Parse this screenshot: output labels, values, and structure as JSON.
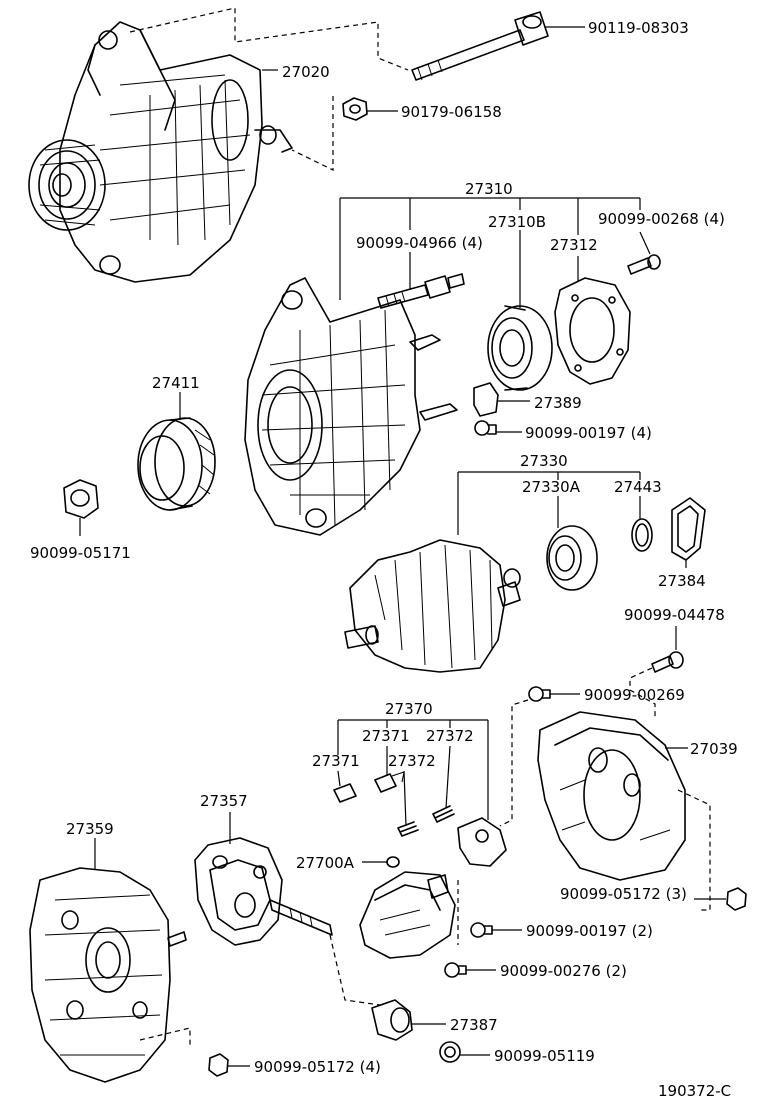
{
  "diagram": {
    "parts": {
      "p27020": "27020",
      "p90119_08303": "90119-08303",
      "p90179_06158": "90179-06158",
      "p27310": "27310",
      "p27310B": "27310B",
      "p90099_00268": "90099-00268 (4)",
      "p90099_04966": "90099-04966 (4)",
      "p27312": "27312",
      "p27411": "27411",
      "p27389": "27389",
      "p90099_00197_4": "90099-00197 (4)",
      "p90099_05171": "90099-05171",
      "p27330": "27330",
      "p27330A": "27330A",
      "p27443": "27443",
      "p27384": "27384",
      "p90099_04478": "90099-04478",
      "p27370": "27370",
      "p90099_00269": "90099-00269",
      "p27371a": "27371",
      "p27372a": "27372",
      "p27371b": "27371",
      "p27372b": "27372",
      "p27039": "27039",
      "p27357": "27357",
      "p27359": "27359",
      "p27700A": "27700A",
      "p90099_05172_3": "90099-05172 (3)",
      "p90099_00197_2": "90099-00197 (2)",
      "p90099_00276": "90099-00276 (2)",
      "p27387": "27387",
      "p90099_05119": "90099-05119",
      "p90099_05172_4": "90099-05172 (4)"
    },
    "code": "190372-C"
  }
}
